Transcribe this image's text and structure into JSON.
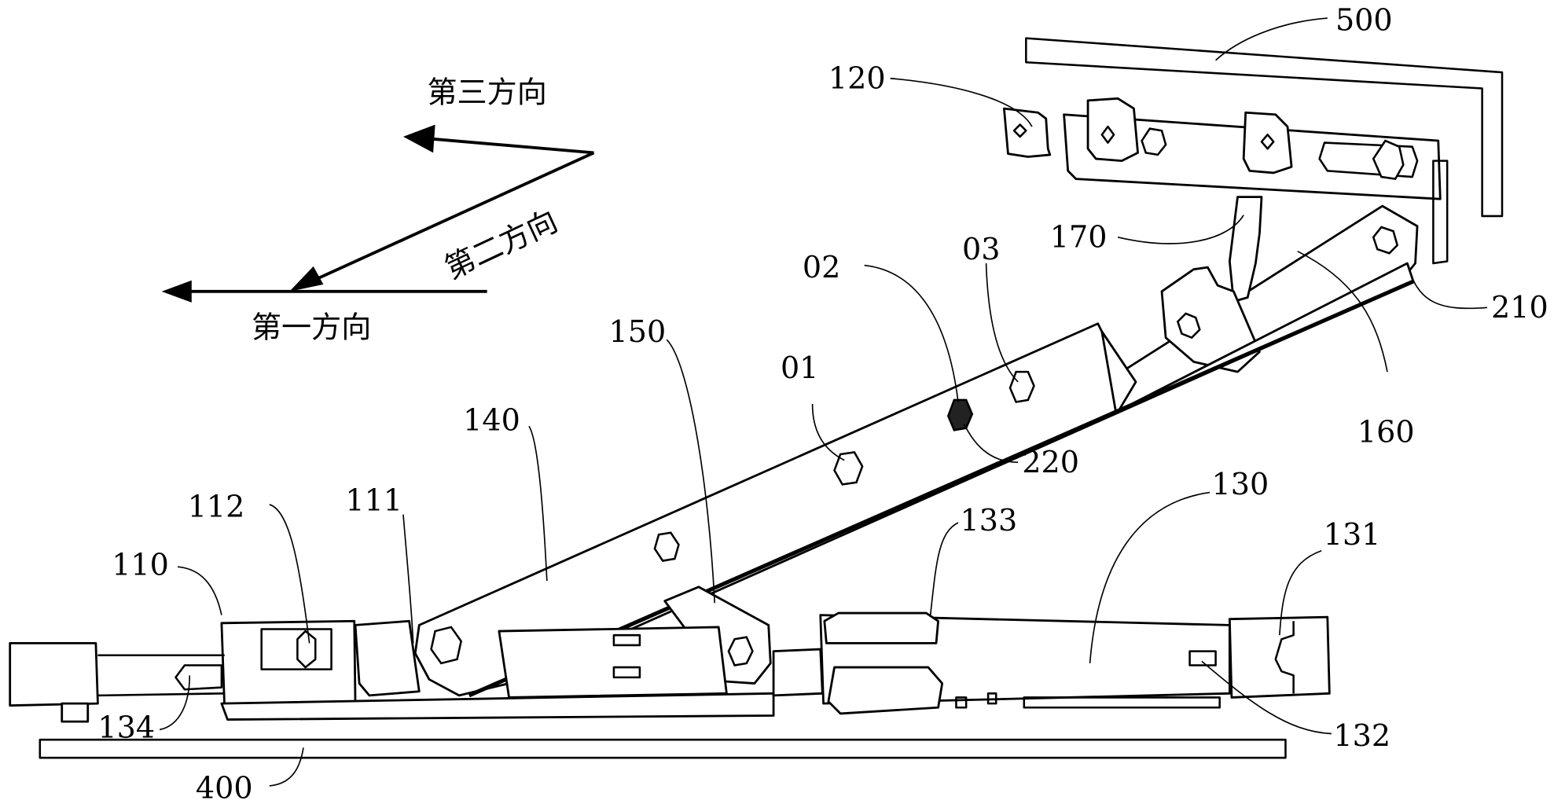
{
  "figure": {
    "description": "Patent line drawing of a window/sash linkage hinge mechanism with reference numerals and direction indicators",
    "directions": {
      "first": "第一方向",
      "second": "第二方向",
      "third": "第三方向"
    },
    "reference_labels": {
      "r500": "500",
      "r120": "120",
      "r170": "170",
      "r210": "210",
      "r160": "160",
      "r03": "03",
      "r02": "02",
      "r01": "01",
      "r220": "220",
      "r150": "150",
      "r140": "140",
      "r111": "111",
      "r112": "112",
      "r110": "110",
      "r134": "134",
      "r400": "400",
      "r133": "133",
      "r130": "130",
      "r131": "131",
      "r132": "132"
    },
    "colors": {
      "ink": "#000000",
      "paper": "#ffffff"
    }
  }
}
